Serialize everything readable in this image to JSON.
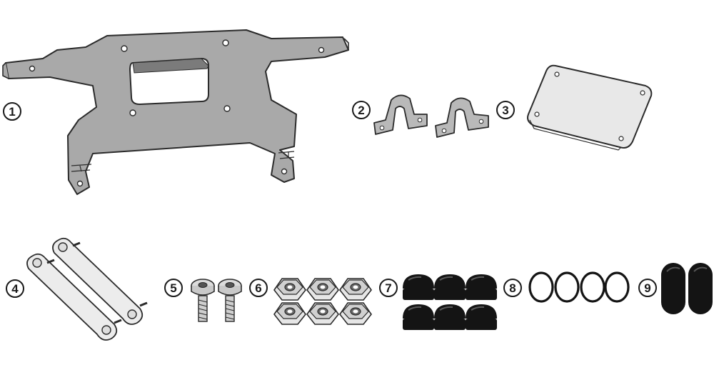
{
  "colors": {
    "plate": "#a9a9a9",
    "outline": "#2b2b2b",
    "silver": "#d4d4d4",
    "silver_dark": "#9a9a9a",
    "cap": "#141414",
    "clear": "#e8e8e8",
    "background": "#ffffff"
  },
  "parts": [
    {
      "number": "1"
    },
    {
      "number": "2"
    },
    {
      "number": "3"
    },
    {
      "number": "4"
    },
    {
      "number": "5"
    },
    {
      "number": "6"
    },
    {
      "number": "7"
    },
    {
      "number": "8"
    },
    {
      "number": "9"
    }
  ]
}
